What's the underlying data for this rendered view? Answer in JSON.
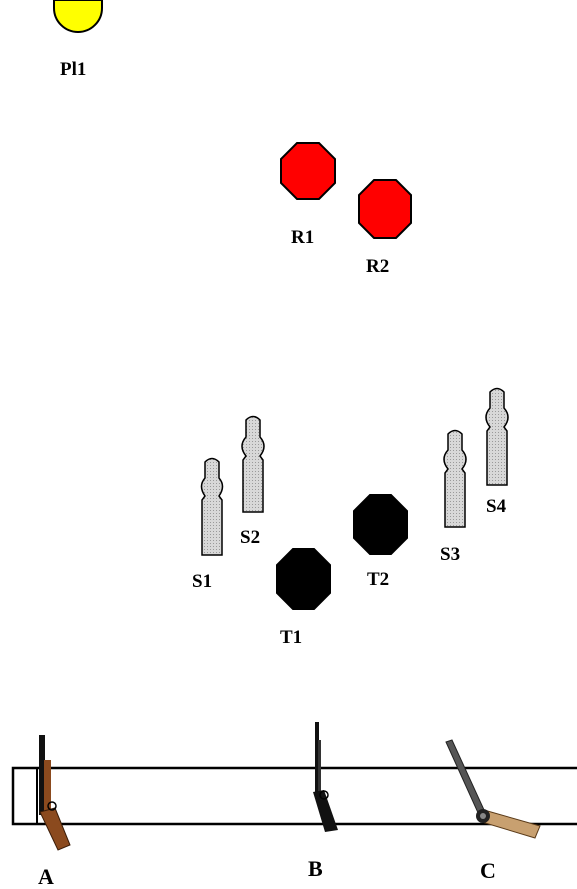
{
  "targets": {
    "pl1": {
      "label": "Pl1",
      "color": "#ffff00"
    },
    "r1": {
      "label": "R1",
      "color": "#ff0000"
    },
    "r2": {
      "label": "R2",
      "color": "#ff0000"
    },
    "t1": {
      "label": "T1",
      "color": "#000000"
    },
    "t2": {
      "label": "T2",
      "color": "#000000"
    },
    "s1": {
      "label": "S1",
      "color": "#c8c8c8"
    },
    "s2": {
      "label": "S2",
      "color": "#c8c8c8"
    },
    "s3": {
      "label": "S3",
      "color": "#c8c8c8"
    },
    "s4": {
      "label": "S4",
      "color": "#c8c8c8"
    }
  },
  "guns": {
    "a": {
      "label": "A"
    },
    "b": {
      "label": "B"
    },
    "c": {
      "label": "C"
    }
  }
}
